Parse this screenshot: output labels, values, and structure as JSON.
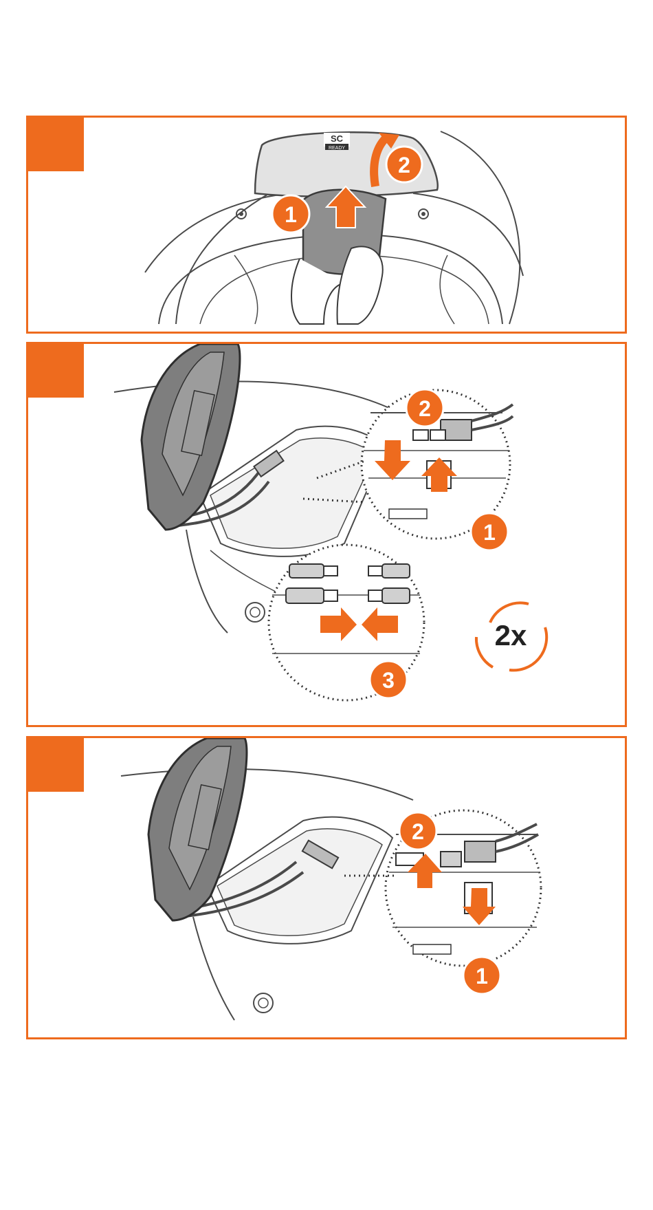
{
  "colors": {
    "accent": "#ee6b1e",
    "line": "#4a4a4a",
    "fill_grey": "#8f8f8f",
    "light_grey": "#d9d9d9"
  },
  "panels": [
    {
      "steps": [
        "1",
        "2"
      ],
      "cap_label": "SC",
      "cap_sublabel": "READY"
    },
    {
      "steps": [
        "2",
        "1",
        "3"
      ],
      "repeat_label": "2x"
    },
    {
      "steps": [
        "2",
        "1"
      ]
    }
  ]
}
